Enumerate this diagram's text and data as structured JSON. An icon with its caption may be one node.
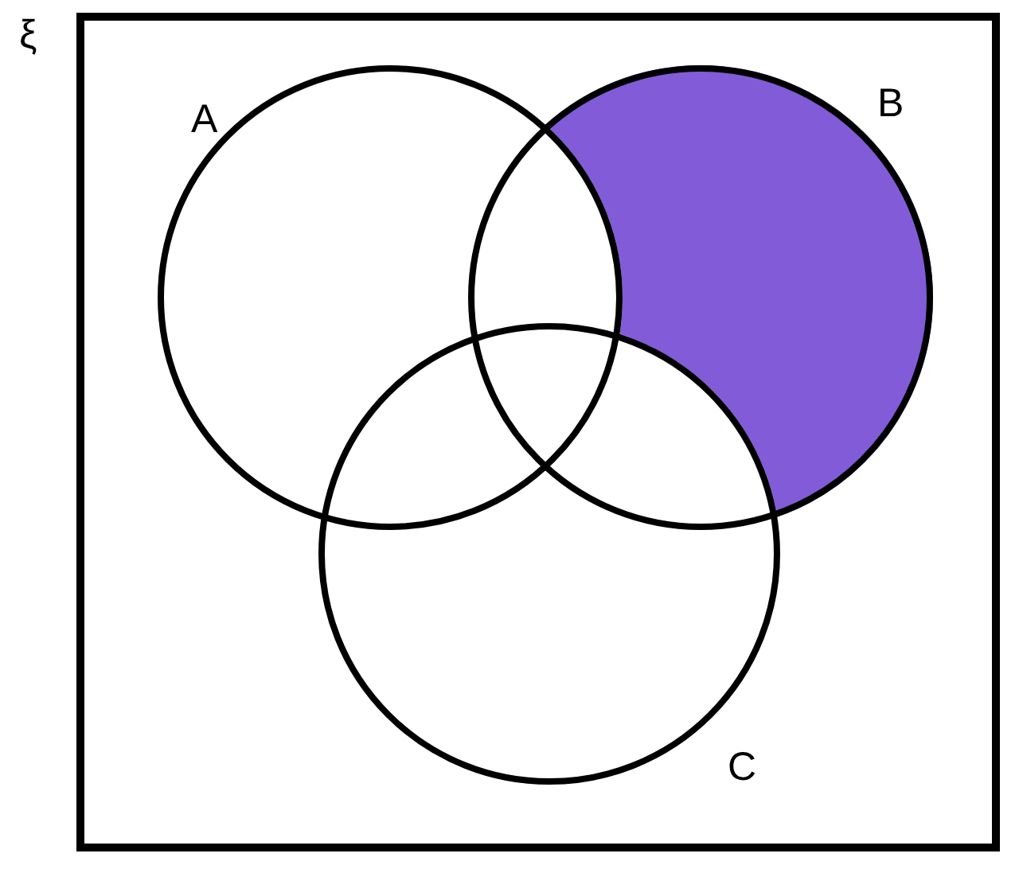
{
  "diagram": {
    "nodes": [
      {
        "text": [
          "ξ"
        ]
      },
      {
        "text": [
          "A"
        ],
        "in": 0
      },
      {
        "text": [
          "B"
        ],
        "in": 0
      },
      {
        "text": [
          "C"
        ],
        "in": 0
      }
    ]
  }
}
